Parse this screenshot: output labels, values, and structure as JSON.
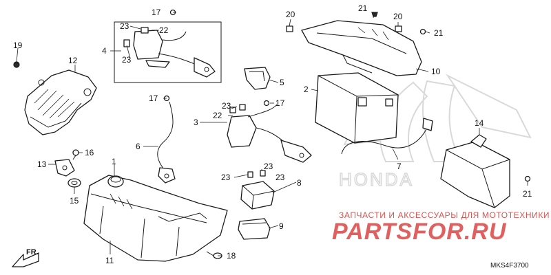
{
  "callouts": {
    "c1": "1",
    "c2": "2",
    "c3": "3",
    "c4": "4",
    "c5": "5",
    "c6": "6",
    "c7": "7",
    "c8": "8",
    "c9": "9",
    "c10": "10",
    "c11": "11",
    "c12": "12",
    "c13": "13",
    "c14": "14",
    "c15": "15",
    "c16": "16",
    "c17a": "17",
    "c17b": "17",
    "c17c": "17",
    "c18": "18",
    "c19": "19",
    "c20a": "20",
    "c20b": "20",
    "c21a": "21",
    "c21b": "21",
    "c21c": "21",
    "c22a": "22",
    "c22b": "22",
    "c23a": "23",
    "c23b": "23",
    "c23c": "23",
    "c23d": "23",
    "c23e": "23",
    "c23f": "23"
  },
  "direction_label": "FR.",
  "watermark_brand": "HONDA",
  "site_subtitle": "ЗАПЧАСТИ И АКСЕССУАРЫ ДЛЯ МОТОТЕХНИКИ",
  "site_name": "PARTSFOR.RU",
  "diagram_code": "MKS4F3700",
  "colors": {
    "line": "#1a1a1a",
    "watermark": "#d9d9d9",
    "site": "#e06060"
  }
}
